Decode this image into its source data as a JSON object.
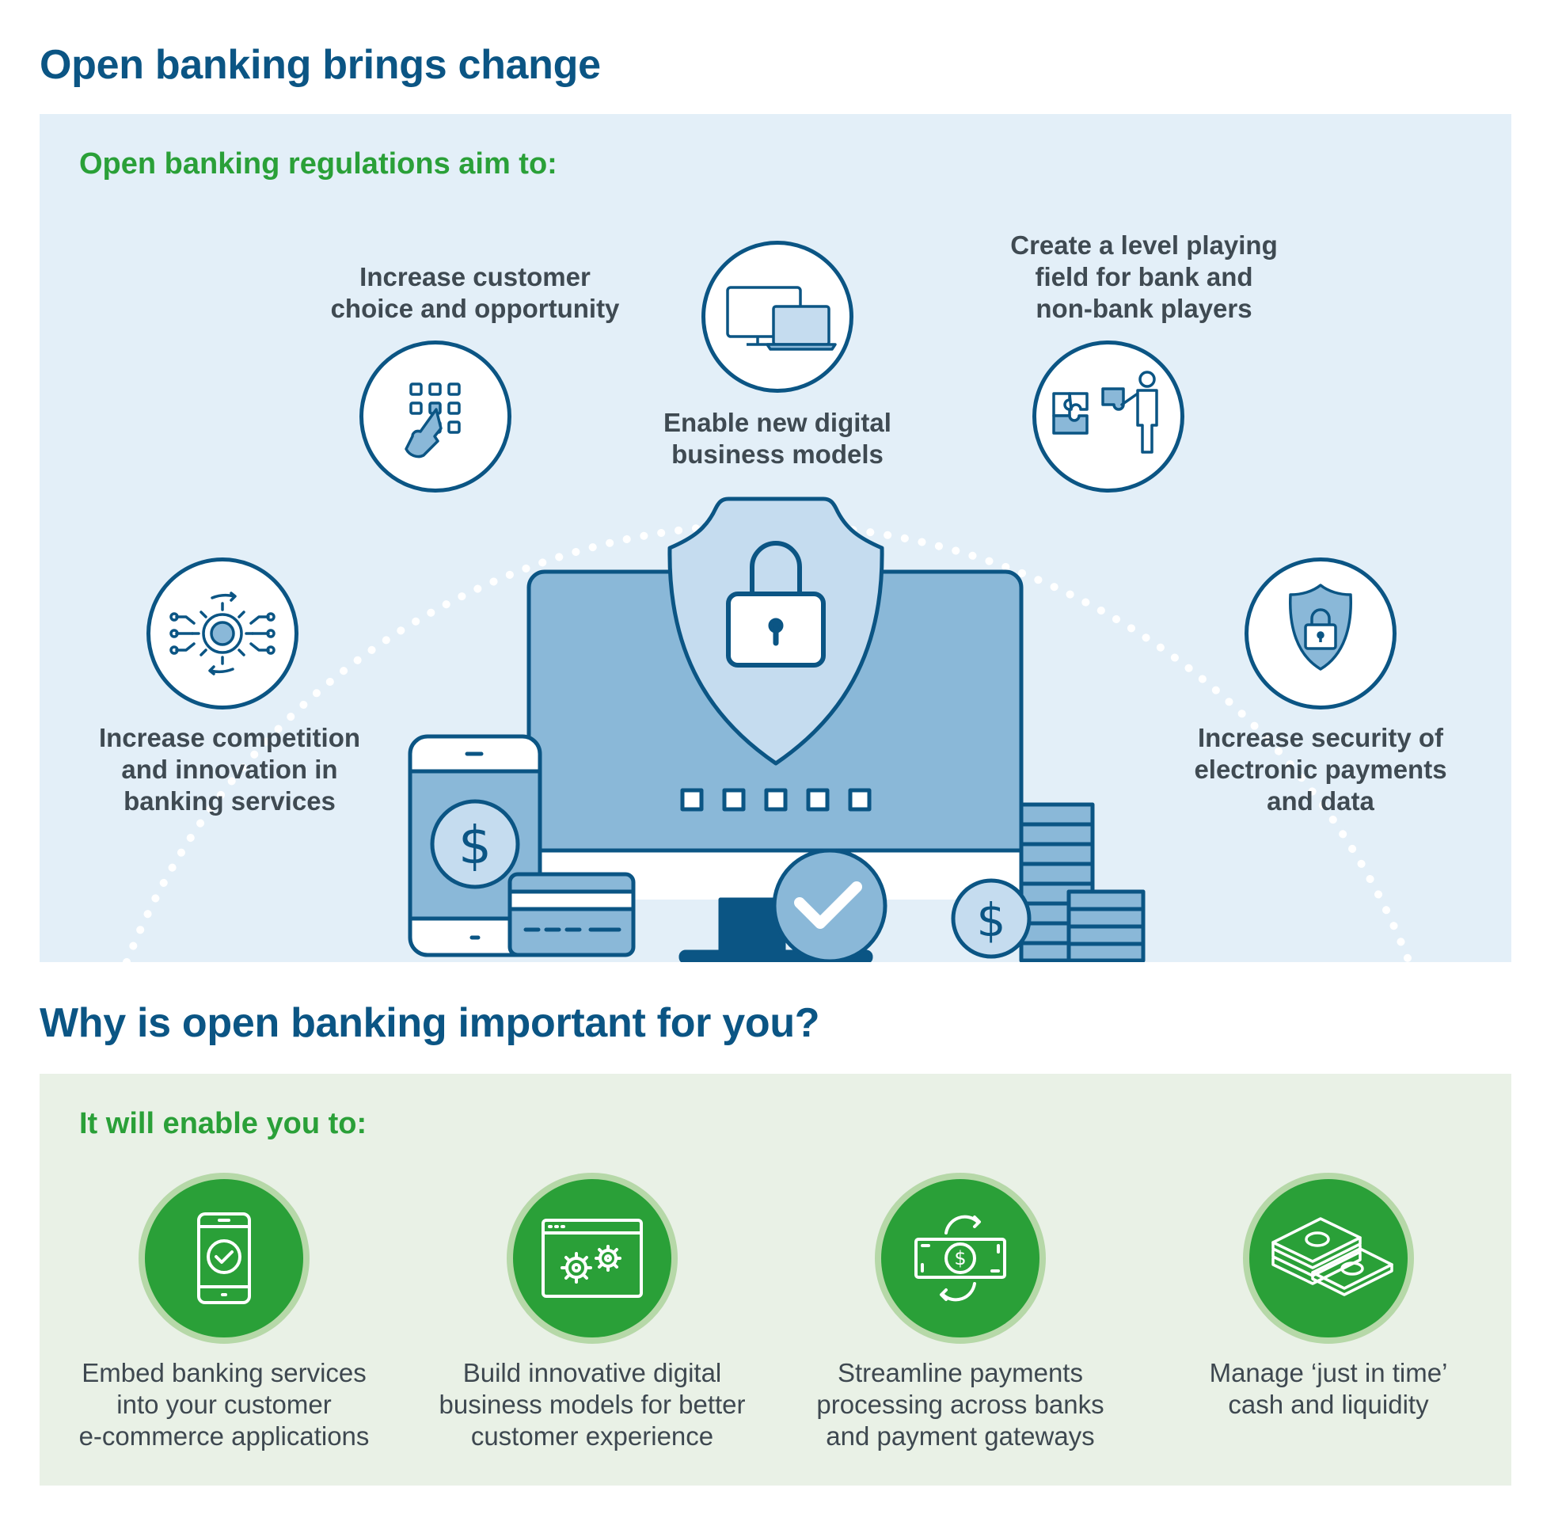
{
  "section1": {
    "title": "Open banking brings change",
    "subtitle": "Open banking regulations aim to:",
    "goals": [
      {
        "icon": "gear-network-icon",
        "lines": [
          "Increase competition",
          "and innovation in",
          "banking services"
        ]
      },
      {
        "icon": "touch-keypad-icon",
        "lines": [
          "Increase customer",
          "choice and opportunity"
        ]
      },
      {
        "icon": "devices-icon",
        "lines": [
          "Enable new digital",
          "business models"
        ]
      },
      {
        "icon": "puzzle-person-icon",
        "lines": [
          "Create a level playing",
          "field for bank and",
          "non-bank players"
        ]
      },
      {
        "icon": "shield-lock-icon",
        "lines": [
          "Increase security of",
          "electronic payments",
          "and data"
        ]
      }
    ]
  },
  "section2": {
    "title": "Why is open banking important for you?",
    "subtitle": "It will enable you to:",
    "benefits": [
      {
        "icon": "mobile-check-icon",
        "lines": [
          "Embed banking services",
          "into your customer",
          "e-commerce applications"
        ]
      },
      {
        "icon": "browser-gears-icon",
        "lines": [
          "Build innovative digital",
          "business models for better",
          "customer experience"
        ]
      },
      {
        "icon": "money-exchange-icon",
        "lines": [
          "Streamline payments",
          "processing across banks",
          "and payment gateways"
        ]
      },
      {
        "icon": "cash-stack-icon",
        "lines": [
          "Manage ‘just in time’",
          "cash and liquidity"
        ]
      }
    ]
  },
  "colors": {
    "title_blue": "#0b5584",
    "accent_green": "#2aa038",
    "panel_blue": "#e3eff8",
    "panel_green": "#e9f1e6",
    "illustration_blue": "#8ab8d8",
    "illustration_light": "#c5dcef"
  }
}
